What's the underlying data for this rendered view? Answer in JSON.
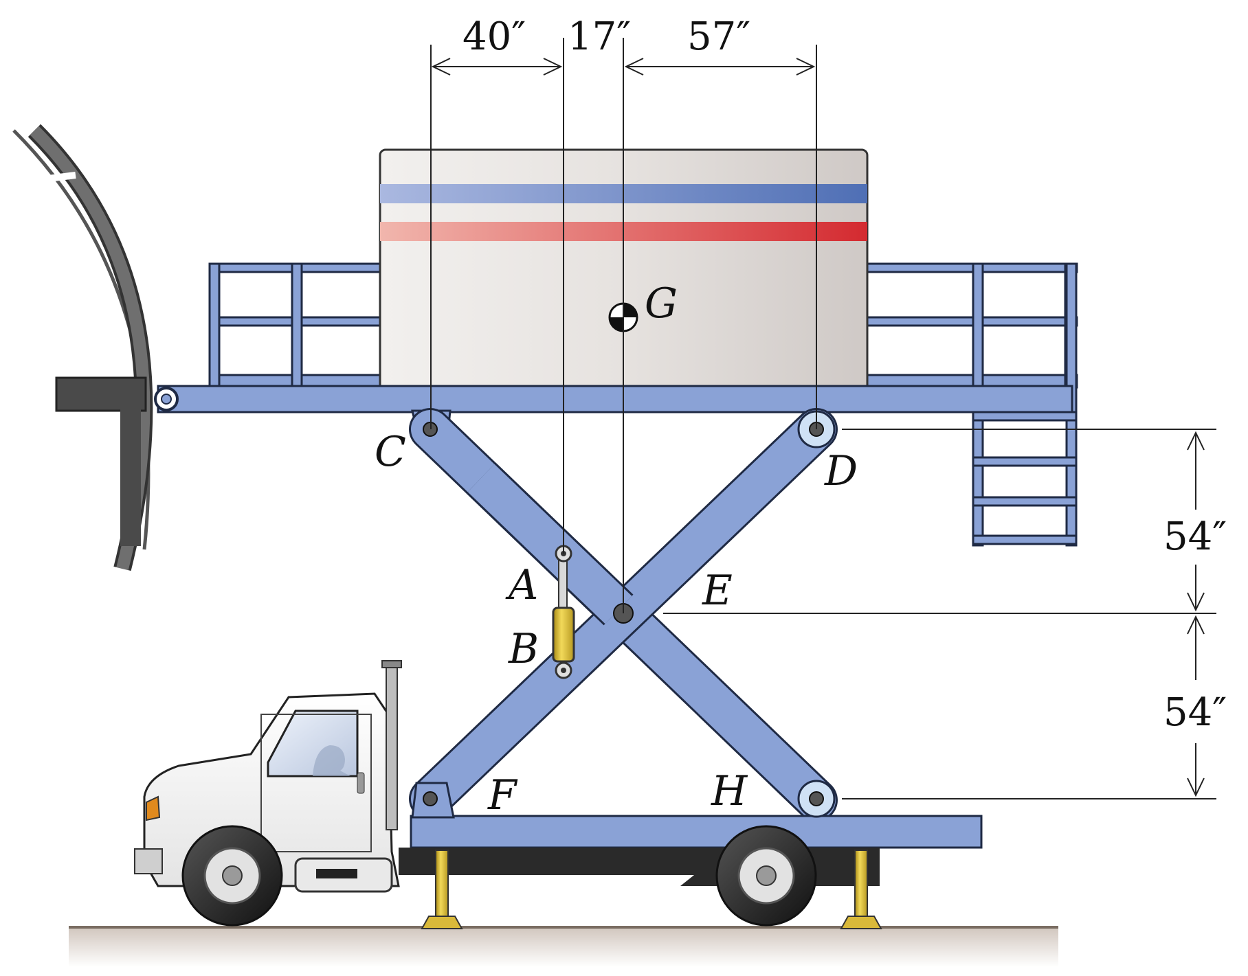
{
  "labels": {
    "G": "G",
    "C": "C",
    "D": "D",
    "A": "A",
    "B": "B",
    "E": "E",
    "F": "F",
    "H": "H"
  },
  "dimensions": {
    "d40": "40″",
    "d17": "17″",
    "d57": "57″",
    "d54_upper": "54″",
    "d54_lower": "54″"
  },
  "colors": {
    "frame_blue": "#8aa2d6",
    "frame_stroke": "#1f2a44",
    "stripe_blue": "#4f6fb5",
    "stripe_red": "#d9494c",
    "container": "#e3dfdc",
    "cylinder": "#e6c43a",
    "ground": "#d6ccc4"
  }
}
